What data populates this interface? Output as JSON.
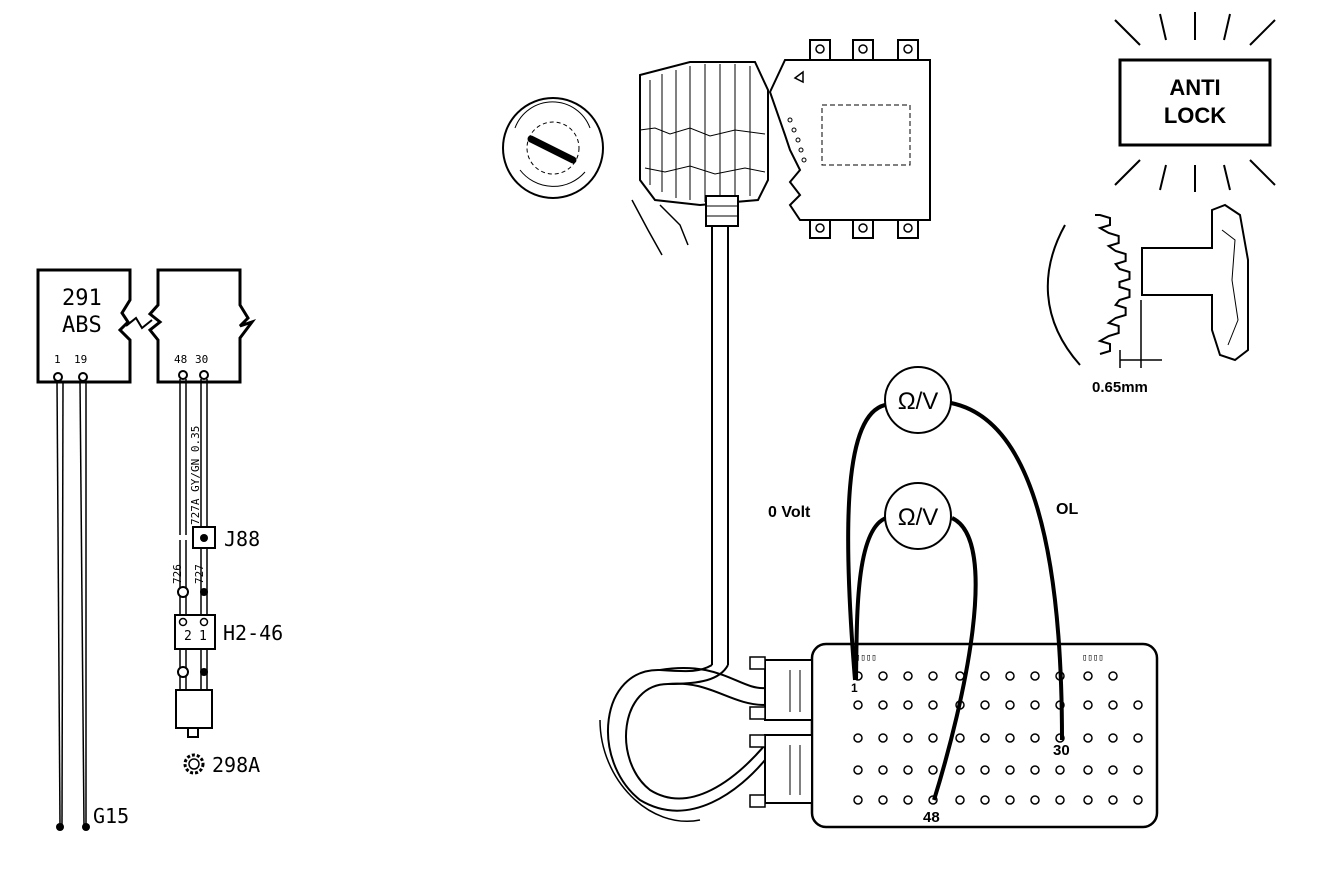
{
  "wiring": {
    "abs_module": {
      "number": "291",
      "name": "ABS",
      "pin_a": "1",
      "pin_b": "19"
    },
    "module_b": {
      "pin_a": "48",
      "pin_b": "30"
    },
    "wire_label": "727A GY/GN 0.35",
    "connector": "J88",
    "wire_726": "726",
    "wire_727": "727",
    "harness_connector": "H2-46",
    "sensor": "298A",
    "ground": "G15",
    "inline_pin_a": "2",
    "inline_pin_b": "1"
  },
  "test": {
    "warning_lamp": {
      "line1": "ANTI",
      "line2": "LOCK"
    },
    "gap": "0.65mm",
    "meter_symbol": "Ω/V",
    "reading_1": "0 Volt",
    "reading_2": "OL",
    "pin_1": "1",
    "pin_30": "30",
    "pin_48": "48"
  }
}
